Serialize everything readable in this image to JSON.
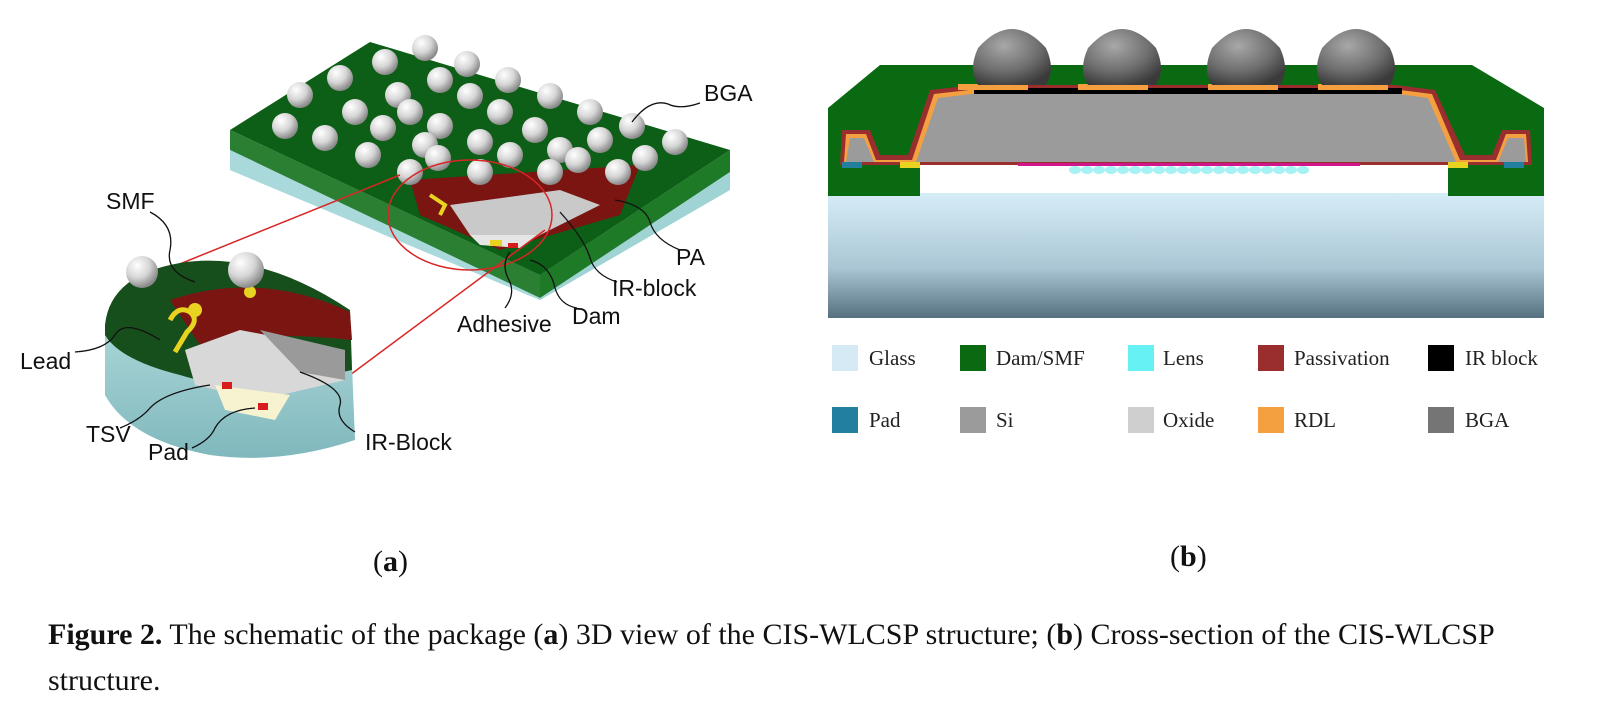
{
  "panel_a": {
    "callouts": {
      "bga": "BGA",
      "smf": "SMF",
      "pa": "PA",
      "ir_block": "IR-block",
      "dam": "Dam",
      "adhesive": "Adhesive",
      "lead": "Lead",
      "tsv": "TSV",
      "pad": "Pad",
      "ir_block_zoom": "IR-Block"
    },
    "label_open": "(",
    "label_letter": "a",
    "label_close": ")"
  },
  "panel_b": {
    "legend": [
      {
        "label": "Glass",
        "color": "#d6eaf6"
      },
      {
        "label": "Dam/SMF",
        "color": "#0a6a12"
      },
      {
        "label": "Lens",
        "color": "#66f2f5"
      },
      {
        "label": "Passivation",
        "color": "#9a2d2d"
      },
      {
        "label": "IR block",
        "color": "#000000"
      },
      {
        "label": "Pad",
        "color": "#237f9e"
      },
      {
        "label": "Si",
        "color": "#9b9b9b"
      },
      {
        "label": "Oxide",
        "color": "#cfcfcf"
      },
      {
        "label": "RDL",
        "color": "#f4a040"
      },
      {
        "label": "BGA",
        "color": "#757575"
      }
    ],
    "label_open": "(",
    "label_letter": "b",
    "label_close": ")"
  },
  "caption": {
    "figure_number": "Figure 2.",
    "text_1": " The schematic of the package (",
    "bold_a": "a",
    "text_2": ") 3D view of the CIS-WLCSP structure; (",
    "bold_b": "b",
    "text_3": ") Cross-section of the CIS-WLCSP structure."
  }
}
